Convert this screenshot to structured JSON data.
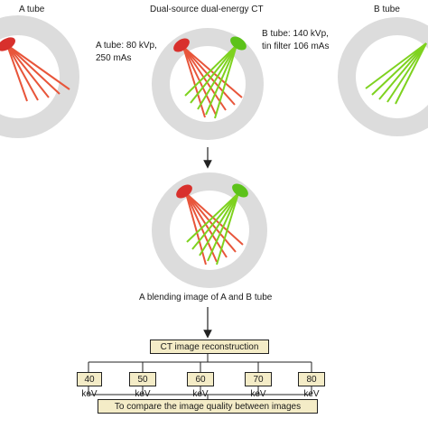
{
  "labels": {
    "a_tube": "A tube",
    "title": "Dual-source dual-energy CT",
    "b_tube": "B tube",
    "a_tube_params_1": "A tube: 80 kVp,",
    "a_tube_params_2": "250 mAs",
    "b_tube_params_1": "B tube: 140 kVp,",
    "b_tube_params_2": "tin filter 106 mAs",
    "blending": "A blending image of A and B tube"
  },
  "flow": {
    "reconstruction": "CT image reconstruction",
    "energies": [
      "40 keV",
      "50 keV",
      "60 keV",
      "70 keV",
      "80 keV"
    ],
    "comparison": "To compare the image quality between images"
  },
  "colors": {
    "gantry": "#dcdcdc",
    "bore": "#ffffff",
    "a_beam": "#e8553a",
    "a_source": "#d8302c",
    "b_beam": "#7ed21f",
    "b_source": "#5cc21a",
    "flow_box": "#f4ecc7",
    "line": "#222222"
  }
}
